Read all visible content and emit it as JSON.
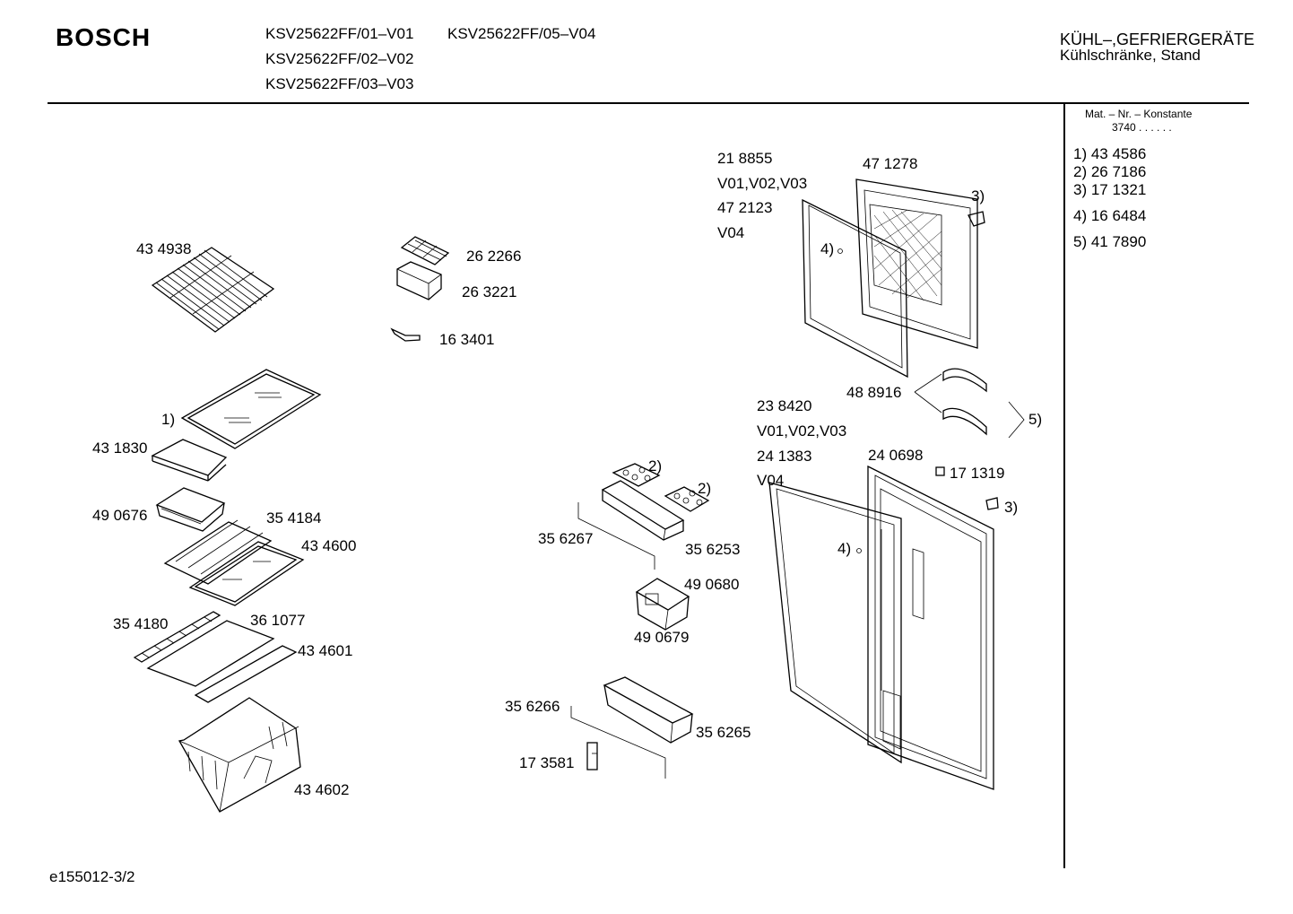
{
  "header": {
    "brand": "BOSCH",
    "models": [
      "KSV25622FF/01–V01",
      "KSV25622FF/05–V04",
      "KSV25622FF/02–V02",
      "KSV25622FF/03–V03"
    ],
    "category_title": "KÜHL–,GEFRIERGERÄTE",
    "category_subtitle": "Kühlschränke, Stand"
  },
  "sidebar": {
    "konstante_label": "Mat. – Nr. – Konstante",
    "konstante_value": "3740  .  .    .  .  .  .",
    "refs": [
      "1) 43 4586",
      "2) 26 7186",
      "3) 17 1321",
      "4) 16 6484",
      "5) 41 7890"
    ]
  },
  "labels": [
    "43 4938",
    "26 2266",
    "26 3221",
    "16 3401",
    "1)",
    "43 1830",
    "49 0676",
    "35 4184",
    "43 4600",
    "35 4180",
    "36 1077",
    "43 4601",
    "43 4602",
    "21 8855",
    "V01,V02,V03",
    "47 2123",
    "V04",
    "47 1278",
    "3)",
    "4)",
    "48 8916",
    "23 8420",
    "V01,V02,V03",
    "5)",
    "24 1383",
    "24 0698",
    "V04",
    "17 1319",
    "3)",
    "4)",
    "2)",
    "2)",
    "35 6267",
    "35 6253",
    "49 0680",
    "49 0679",
    "35 6266",
    "35 6265",
    "17 3581"
  ],
  "footer": {
    "code": "e155012-3/2"
  }
}
